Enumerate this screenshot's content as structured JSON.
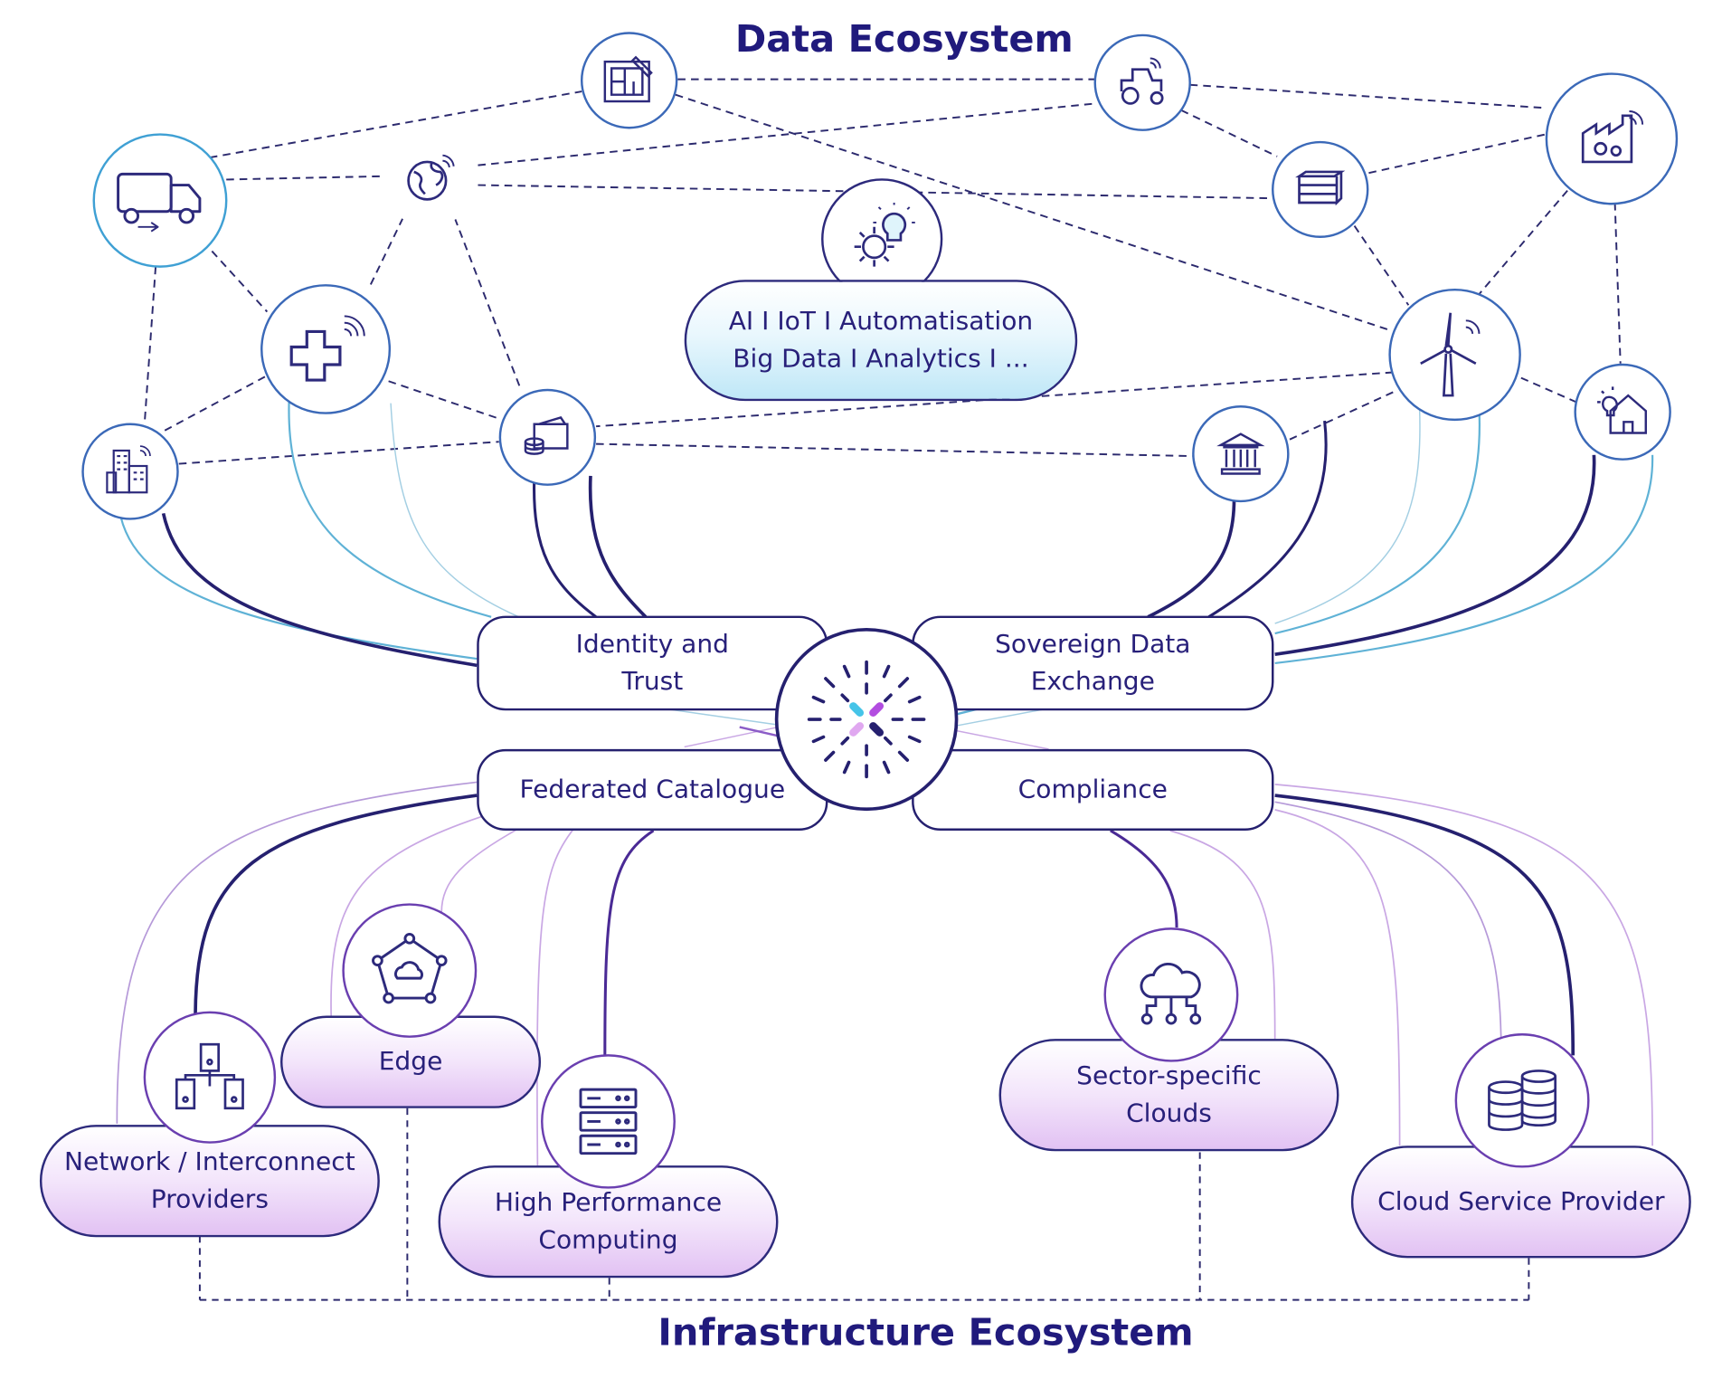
{
  "titles": {
    "top": "Data Ecosystem",
    "bottom": "Infrastructure Ecosystem"
  },
  "center": {
    "identity": "Identity and\nTrust",
    "exchange": "Sovereign Data\nExchange",
    "catalogue": "Federated Catalogue",
    "compliance": "Compliance",
    "hub_icon": "gaia-x-logo-icon"
  },
  "data_ecosystem": {
    "ai_label": "AI I IoT I Automatisation\nBig Data I Analytics I ...",
    "icons": [
      "truck-icon",
      "globe-icon",
      "blueprint-icon",
      "tractor-icon",
      "factory-icon",
      "books-icon",
      "gear-bulb-icon",
      "medical-cross-icon",
      "wallet-coins-icon",
      "buildings-icon",
      "bank-icon",
      "wind-turbine-icon",
      "smart-home-icon"
    ]
  },
  "infrastructure": {
    "edge": "Edge",
    "network": "Network / Interconnect\nProviders",
    "hpc": "High Performance\nComputing",
    "sector": "Sector-specific\nClouds",
    "csp": "Cloud Service Provider",
    "icons": [
      "edge-cloud-icon",
      "network-servers-icon",
      "server-rack-icon",
      "cloud-network-icon",
      "database-icon"
    ]
  },
  "colors": {
    "navy": "#25206f",
    "title": "#201a7c",
    "light_blue": "#5fb2d6",
    "purple": "#8b5cc7",
    "cyan_accent": "#45c4e8",
    "violet_accent": "#b24de0"
  }
}
